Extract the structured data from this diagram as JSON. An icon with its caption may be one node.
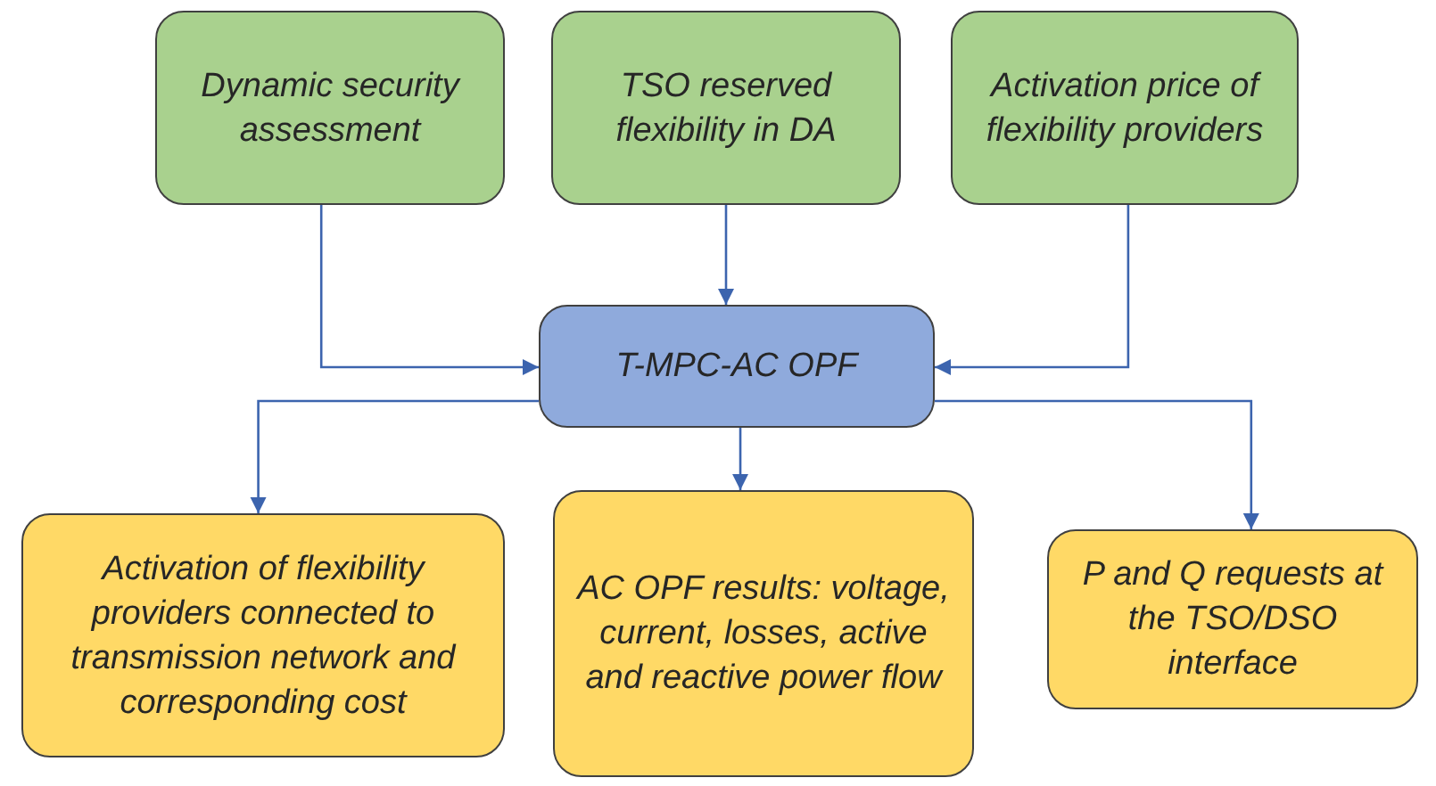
{
  "diagram": {
    "nodes": [
      {
        "text": [
          "Dynamic security assessment"
        ]
      },
      {
        "text": [
          "TSO reserved flexibility in DA"
        ]
      },
      {
        "text": [
          "Activation price of flexibility providers"
        ]
      },
      {
        "text": [
          "T-MPC-AC OPF"
        ]
      },
      {
        "text": [
          "Activation of flexibility providers connected to transmission network and corresponding cost"
        ]
      },
      {
        "text": [
          "AC OPF results: voltage, current, losses, active and reactive power flow"
        ]
      },
      {
        "text": [
          "P and Q requests at the TSO/DSO interface"
        ]
      }
    ],
    "edges": [
      {
        "from": 0,
        "to": 3,
        "arrow": "to"
      },
      {
        "from": 1,
        "to": 3,
        "arrow": "to"
      },
      {
        "from": 2,
        "to": 3,
        "arrow": "to"
      },
      {
        "from": 3,
        "to": 4,
        "arrow": "to"
      },
      {
        "from": 3,
        "to": 5,
        "arrow": "to"
      },
      {
        "from": 3,
        "to": 6,
        "arrow": "to"
      }
    ]
  }
}
